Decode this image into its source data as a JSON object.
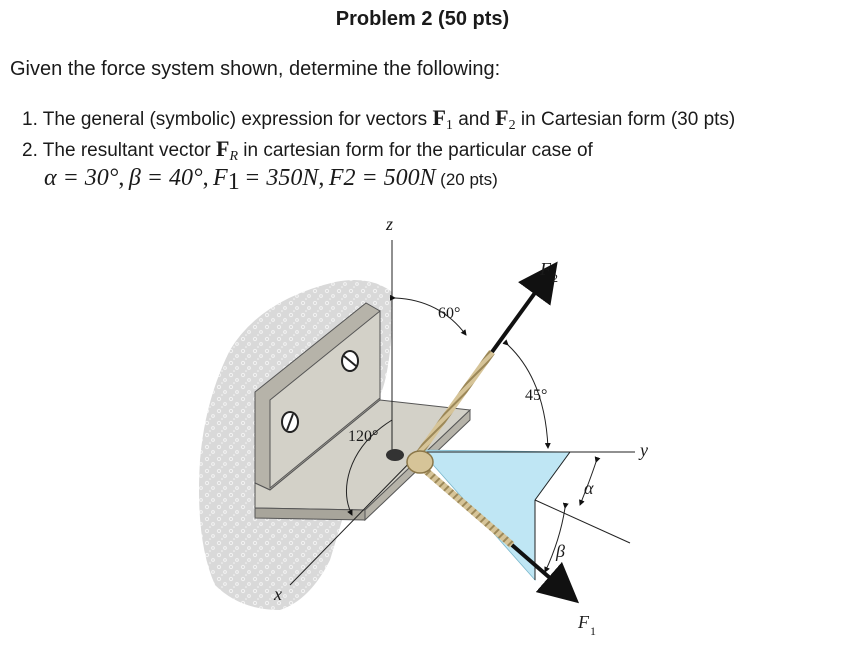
{
  "header": {
    "title": "Problem 2 (50 pts)"
  },
  "intro": "Given the force system shown, determine the following:",
  "items": [
    {
      "num": "1.",
      "t1": "The general (symbolic) expression for vectors",
      "F": "F",
      "sub1": "1",
      "and": "and",
      "sub2": "2",
      "t2": "in Cartesian form (30 pts)"
    },
    {
      "num": "2.",
      "t1": "The resultant vector",
      "F": "F",
      "subR": "R",
      "t2": "in cartesian form for the particular case of"
    }
  ],
  "formula": {
    "alpha": "α = 30°",
    "beta": "β = 40°",
    "F1name": "F",
    "F1sub": "1",
    "F1val": "= 350N",
    "F2": "F2 = 500N",
    "pts": "(20 pts)"
  },
  "figure": {
    "z_label": "z",
    "y_label": "y",
    "x_label": "x",
    "F2_label": "F",
    "F2_sub": "2",
    "F1_label": "F",
    "F1_sub": "1",
    "angle_60": "60°",
    "angle_45": "45°",
    "angle_120": "120°",
    "alpha_label": "α",
    "beta_label": "β"
  },
  "colors": {
    "bracket_face": "#d3d1c8",
    "bracket_dark": "#b6b3a9",
    "bracket_outline": "#555555",
    "wall": "#d8d8d8",
    "plane_fill": "#bfe6f4",
    "rope": "#c9b58a",
    "arrow": "#111111"
  }
}
